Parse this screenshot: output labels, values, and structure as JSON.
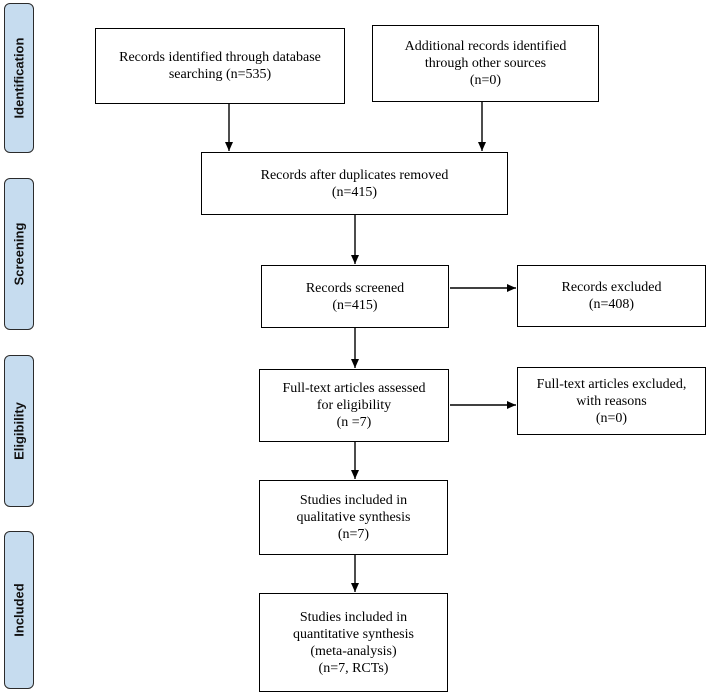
{
  "phases": {
    "identification": "Identification",
    "screening": "Screening",
    "eligibility": "Eligibility",
    "included": "Included"
  },
  "boxes": {
    "database_records": "Records identified through database\nsearching (n=535)",
    "other_sources": "Additional records identified\nthrough other sources\n(n=0)",
    "after_duplicates": "Records after duplicates removed\n(n=415)",
    "screened": "Records screened\n(n=415)",
    "excluded": "Records excluded\n(n=408)",
    "fulltext_assessed": "Full-text articles assessed\nfor eligibility\n(n =7)",
    "fulltext_excluded": "Full-text articles excluded,\nwith reasons\n(n=0)",
    "qualitative": "Studies included in\nqualitative synthesis\n(n=7)",
    "quantitative": "Studies included in\nquantitative synthesis\n(meta-analysis)\n(n=7, RCTs)"
  }
}
